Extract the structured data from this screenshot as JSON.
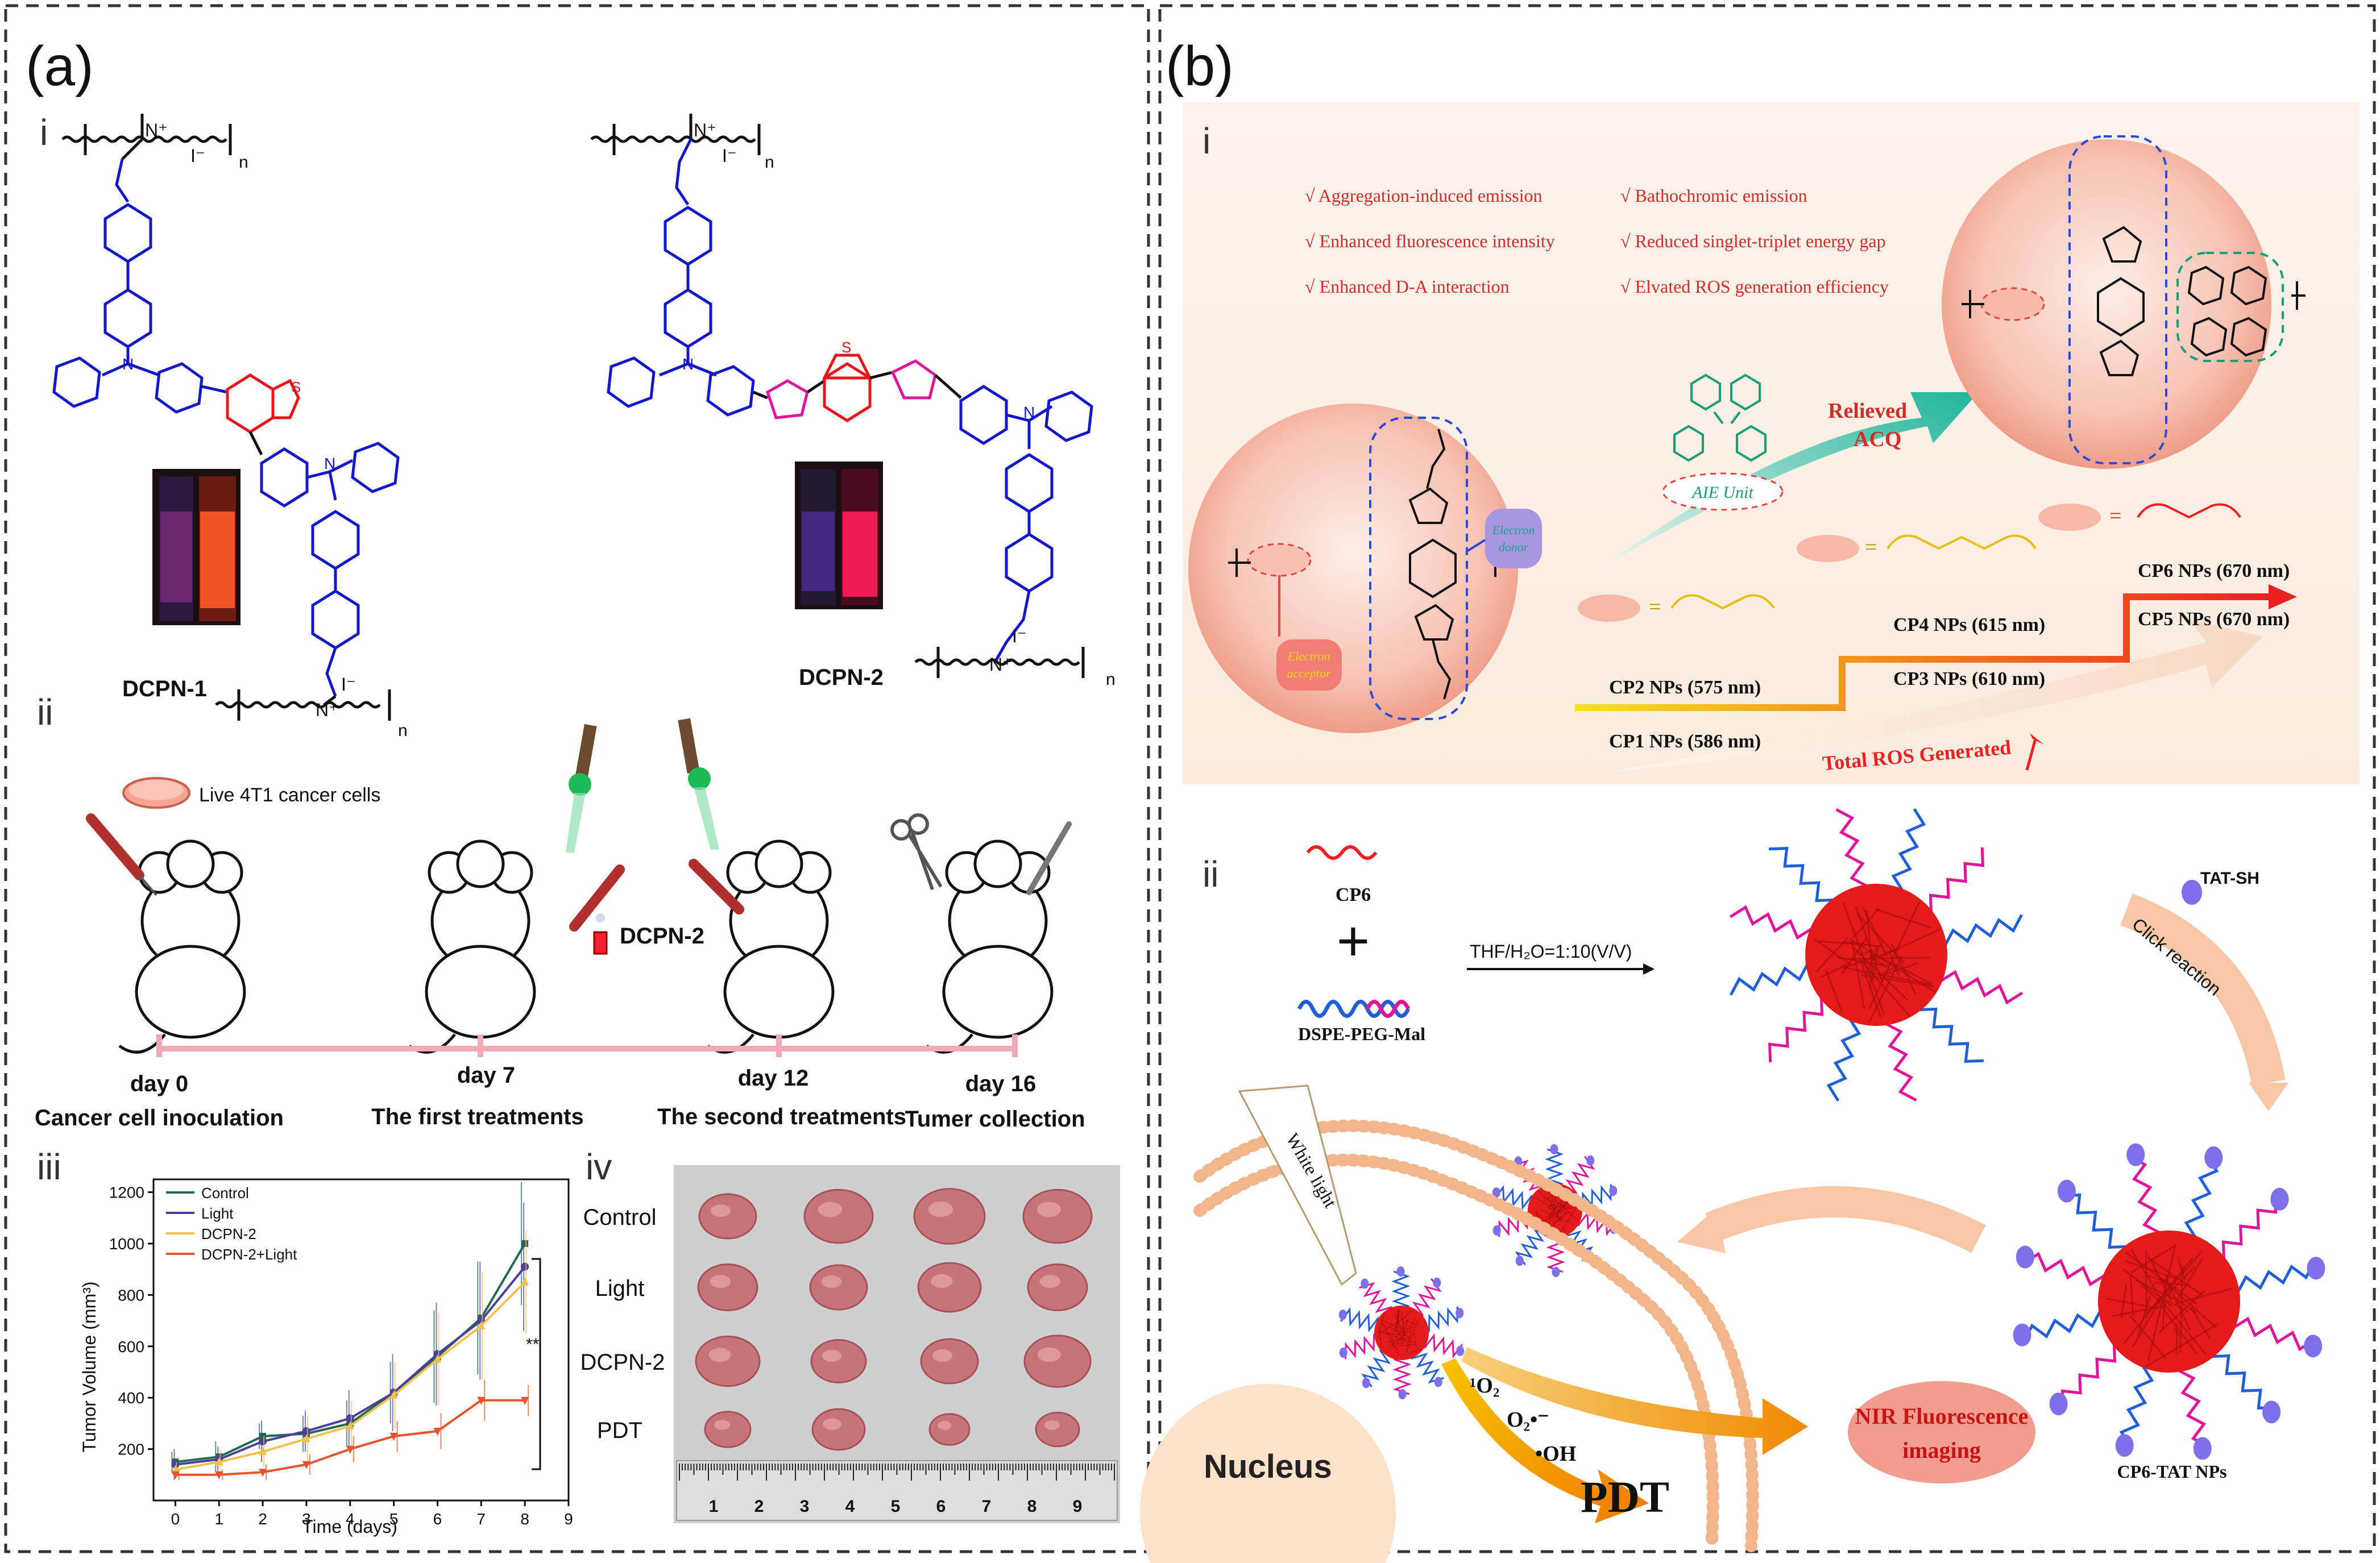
{
  "panel_a": {
    "label": "(a)",
    "sub_i": "i",
    "sub_ii": "ii",
    "sub_iii": "iii",
    "sub_iv": "iv",
    "dcpn1": "DCPN-1",
    "dcpn2": "DCPN-2",
    "polymer_n": "n",
    "iodide": "I⁻",
    "nitrogen_plus": "N⁺",
    "nitrogen": "N",
    "sulfur": "S",
    "timeline": {
      "live_cells": "Live 4T1 cancer cells",
      "injected_agent": "DCPN-2",
      "days": [
        "day 0",
        "day 7",
        "day 12",
        "day 16"
      ],
      "events": [
        "Cancer cell inoculation",
        "The first treatments",
        "The second treatments",
        "Tumer collection"
      ]
    },
    "photo": {
      "rows": [
        "Control",
        "Light",
        "DCPN-2",
        "PDT"
      ],
      "ruler_numbers": [
        "1",
        "2",
        "3",
        "4",
        "5",
        "6",
        "7",
        "8",
        "9"
      ]
    }
  },
  "panel_b": {
    "label": "(b)",
    "sub_i": "i",
    "sub_ii": "ii",
    "checks_left": [
      "√ Aggregation-induced emission",
      "√ Enhanced fluorescence intensity",
      "√ Enhanced D-A interaction"
    ],
    "checks_right": [
      "√ Bathochromic emission",
      "√ Reduced singlet-triplet energy gap",
      "√ Elvated ROS generation efficiency"
    ],
    "relieved_acq": [
      "Relieved",
      "ACQ"
    ],
    "aie_unit": "AIE Unit",
    "electron_donor": [
      "Electron",
      "donor"
    ],
    "electron_acceptor": [
      "Electron",
      "acceptor"
    ],
    "equals": "=",
    "nps": [
      "CP1 NPs (586 nm)",
      "CP2 NPs (575 nm)",
      "CP3 NPs (610 nm)",
      "CP4 NPs (615 nm)",
      "CP5 NPs (670 nm)",
      "CP6 NPs (670 nm)"
    ],
    "total_ros": "Total  ROS  Generated",
    "cp6": "CP6",
    "plus": "+",
    "dspe": "DSPE-PEG-Mal",
    "solvent": "THF/H₂O=1:10(V/V)",
    "tat_sh": "TAT-SH",
    "click": "Click reaction",
    "white_light": "White light",
    "nucleus": "Nucleus",
    "o2_singlet": "¹O₂",
    "o2_radical": "O₂•⁻",
    "oh": "•OH",
    "pdt": "PDT",
    "nir": [
      "NIR Fluorescence",
      "imaging"
    ],
    "cp6_tat": "CP6-TAT NPs"
  },
  "chart_data": {
    "type": "line",
    "xlabel": "Time (days)",
    "ylabel": "Tumor Volume (mm³)",
    "xlim": [
      -0.5,
      9
    ],
    "ylim": [
      0,
      1250
    ],
    "xticks": [
      0,
      1,
      2,
      3,
      4,
      5,
      6,
      7,
      8,
      9
    ],
    "yticks": [
      200,
      400,
      600,
      800,
      1000,
      1200
    ],
    "x": [
      0,
      1,
      2,
      3,
      4,
      5,
      6,
      7,
      8
    ],
    "legend_position": "top-left",
    "significance": "**",
    "series": [
      {
        "name": "Control",
        "color": "#1e6b4e",
        "marker": "square",
        "values": [
          150,
          170,
          250,
          260,
          300,
          420,
          560,
          710,
          1000
        ],
        "errors": [
          40,
          60,
          50,
          70,
          90,
          120,
          180,
          220,
          240
        ]
      },
      {
        "name": "Light",
        "color": "#4a3f9e",
        "marker": "circle",
        "values": [
          140,
          160,
          230,
          270,
          320,
          420,
          570,
          700,
          910
        ],
        "errors": [
          60,
          50,
          80,
          80,
          110,
          150,
          200,
          230,
          250
        ]
      },
      {
        "name": "DCPN-2",
        "color": "#f2c14e",
        "marker": "triangle-up",
        "values": [
          120,
          150,
          190,
          240,
          290,
          410,
          550,
          680,
          850
        ],
        "errors": [
          30,
          50,
          60,
          90,
          100,
          130,
          180,
          210,
          200
        ]
      },
      {
        "name": "DCPN-2+Light",
        "color": "#e8532b",
        "marker": "triangle-down",
        "values": [
          100,
          100,
          110,
          140,
          200,
          250,
          270,
          390,
          390
        ],
        "errors": [
          20,
          20,
          30,
          40,
          50,
          60,
          70,
          80,
          60
        ]
      }
    ]
  }
}
